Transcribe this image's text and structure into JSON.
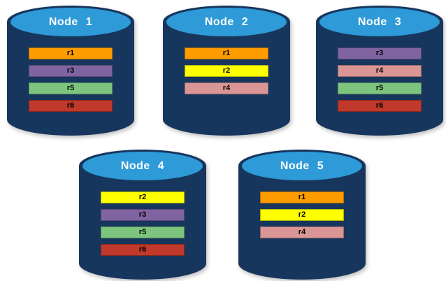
{
  "nodes": [
    {
      "name": "Node 1",
      "records": [
        "r1",
        "r3",
        "r5",
        "r6"
      ]
    },
    {
      "name": "Node 2",
      "records": [
        "r1",
        "r2",
        "r4"
      ]
    },
    {
      "name": "Node 3",
      "records": [
        "r3",
        "r4",
        "r5",
        "r6"
      ]
    },
    {
      "name": "Node 4",
      "records": [
        "r2",
        "r3",
        "r5",
        "r6"
      ]
    },
    {
      "name": "Node 5",
      "records": [
        "r1",
        "r2",
        "r4"
      ]
    }
  ],
  "record_colors": {
    "r1": "#FF9D00",
    "r2": "#FFFF00",
    "r3": "#8064A2",
    "r4": "#D99694",
    "r5": "#7DC57E",
    "r6": "#C0392B"
  },
  "colors": {
    "cylinder_body": "#17365D",
    "cylinder_top": "#2E9AD8"
  }
}
